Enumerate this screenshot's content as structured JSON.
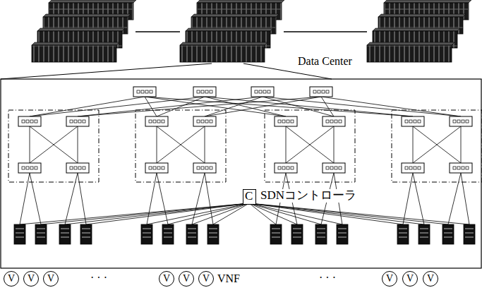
{
  "diagram": {
    "nodes": [
      {
        "text": [
          "C",
          "SDNコントローラ"
        ]
      },
      {
        "text": [
          "V"
        ]
      },
      {
        "text": [
          "V"
        ]
      },
      {
        "text": [
          "V"
        ]
      },
      {
        "text": [
          "V"
        ]
      },
      {
        "text": [
          "V"
        ]
      },
      {
        "text": [
          "V"
        ]
      },
      {
        "text": [
          "V"
        ]
      },
      {
        "text": [
          "V"
        ]
      },
      {
        "text": [
          "V"
        ]
      }
    ],
    "labels": [
      "Data Center",
      "· · ·",
      "VNF",
      "· · ·"
    ]
  }
}
